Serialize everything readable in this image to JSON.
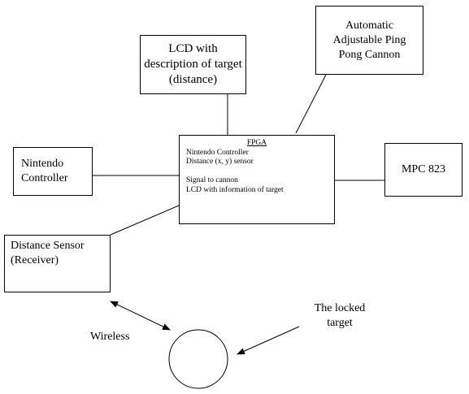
{
  "lcd_box": {
    "text": "LCD with description of target (distance)"
  },
  "cannon_box": {
    "text": "Automatic Adjustable Ping Pong Cannon"
  },
  "nintendo_box": {
    "text": "Nintendo Controller"
  },
  "fpga_box": {
    "title": "FPGA",
    "lines": [
      "Nintendo Controller",
      "Distance (x, y) sensor",
      "",
      "Signal to cannon",
      "LCD with information of target"
    ]
  },
  "mpc_box": {
    "text": "MPC 823"
  },
  "sensor_box": {
    "text": "Distance Sensor (Receiver)"
  },
  "labels": {
    "wireless": "Wireless",
    "locked_target": "The locked target"
  }
}
